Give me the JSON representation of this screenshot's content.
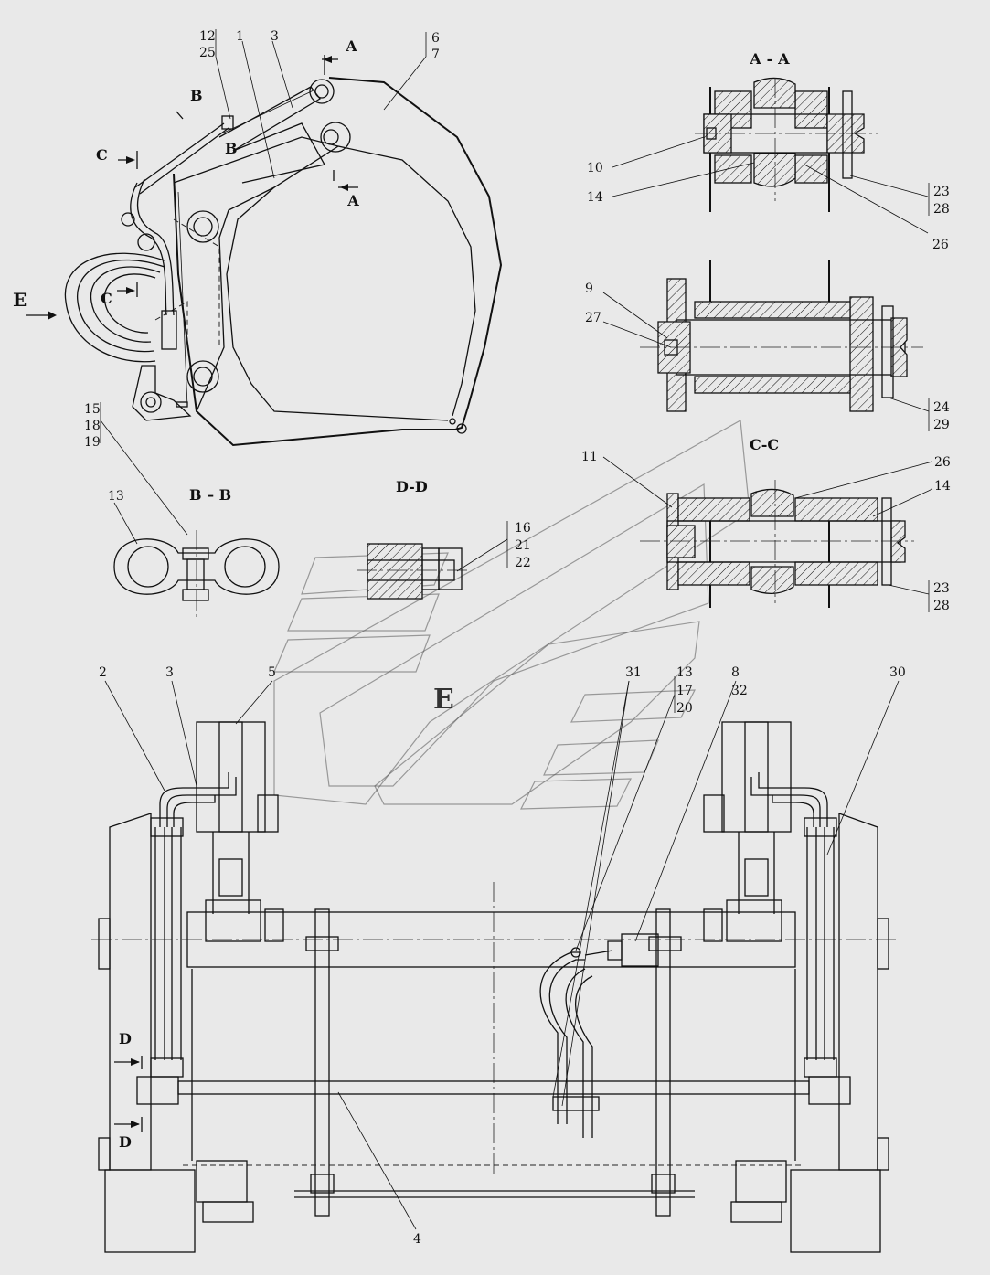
{
  "sections": {
    "aa": "А - А",
    "bb": "В – В",
    "cc": "С-С",
    "dd": "D-D"
  },
  "view_marks": {
    "a": "А",
    "b": "В",
    "c": "С",
    "d": "D",
    "e": "Е"
  },
  "watermark_letter": "Е",
  "side_view_labels": [
    "12",
    "25",
    "1",
    "3",
    "6",
    "7",
    "15",
    "18",
    "19"
  ],
  "aa_labels": [
    "10",
    "14",
    "23",
    "28",
    "26"
  ],
  "cc_labels": [
    "9",
    "27",
    "24",
    "29",
    "11",
    "26",
    "14",
    "23",
    "28"
  ],
  "bb_labels": [
    "13"
  ],
  "dd_labels": [
    "16",
    "21",
    "22"
  ],
  "plan_labels": [
    "2",
    "3",
    "5",
    "31",
    "13",
    "17",
    "20",
    "8",
    "32",
    "30",
    "4"
  ]
}
